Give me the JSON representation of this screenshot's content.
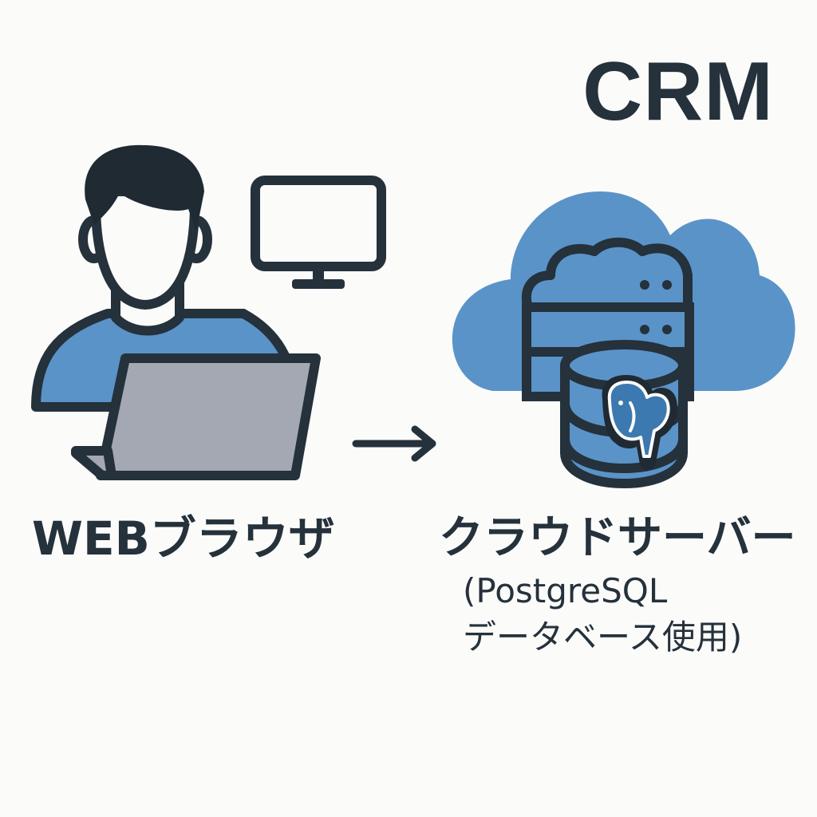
{
  "title": "CRM",
  "client": {
    "label": "WEBブラウザ",
    "icons": [
      "person-icon",
      "desktop-monitor-icon",
      "laptop-icon"
    ]
  },
  "connector": {
    "icon": "arrow-right-icon"
  },
  "server": {
    "label": "クラウドサーバー",
    "database_line1": "(PostgreSQL",
    "database_line2": "データベース使用)",
    "icons": [
      "cloud-icon",
      "server-rack-icon",
      "database-cylinder-icon",
      "postgresql-elephant-icon"
    ]
  },
  "colors": {
    "outline": "#25313b",
    "accent_blue": "#5a93c8",
    "laptop_gray": "#a4a8b2",
    "background": "#fbfbfa"
  }
}
